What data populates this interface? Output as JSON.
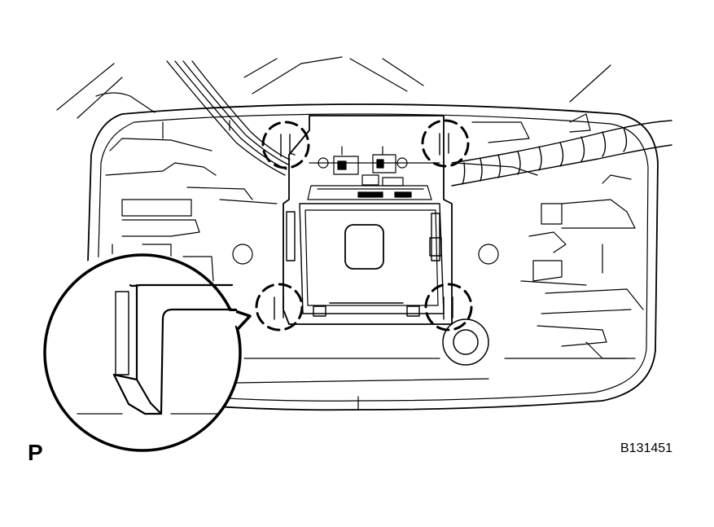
{
  "diagram": {
    "corner_label": "P",
    "figure_id": "B131451",
    "line_color": "#000000",
    "background": "#ffffff",
    "callouts": [
      {
        "name": "clip-top-left"
      },
      {
        "name": "clip-top-right"
      },
      {
        "name": "clip-bottom-left"
      },
      {
        "name": "clip-bottom-right"
      }
    ]
  }
}
